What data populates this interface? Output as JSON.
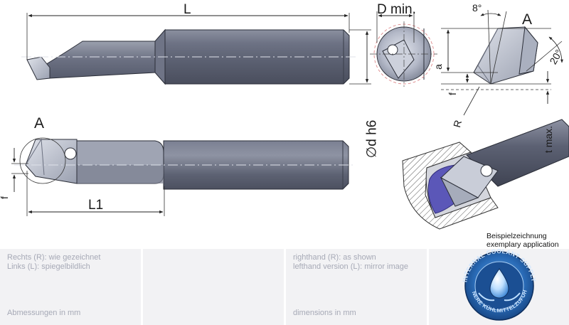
{
  "labels": {
    "L": "L",
    "D_min": "D min.",
    "eight_deg": "8°",
    "A_top": "A",
    "a": "a",
    "twenty_deg": "20°",
    "f_top": "f",
    "R": "R",
    "d_h6": "∅d h6",
    "t_max": "t max.",
    "A_side": "A",
    "f_side": "f",
    "L1": "L1"
  },
  "sample": {
    "de": "Beispielzeichnung",
    "en": "exemplary application"
  },
  "footer": {
    "de_line1": "Rechts (R): wie gezeichnet",
    "de_line2": "Links (L): spiegelbildlich",
    "de_dims": "Abmessungen in mm",
    "en_line1": "righthand (R): as shown",
    "en_line2": "lefthand version (L): mirror image",
    "en_dims": "dimensions in mm"
  },
  "badge": {
    "outer_text": "INTERNAL COOLANT SUPPLY",
    "inner_text": "INNERE KÜHLMITTELZUFUHR"
  },
  "colors": {
    "steel_dark": "#5e6475",
    "steel_light": "#bfc4d2",
    "footer_bg": "#f2f2f4",
    "footer_text": "#a6a9b6",
    "badge_blue": "#1f5ea8"
  }
}
